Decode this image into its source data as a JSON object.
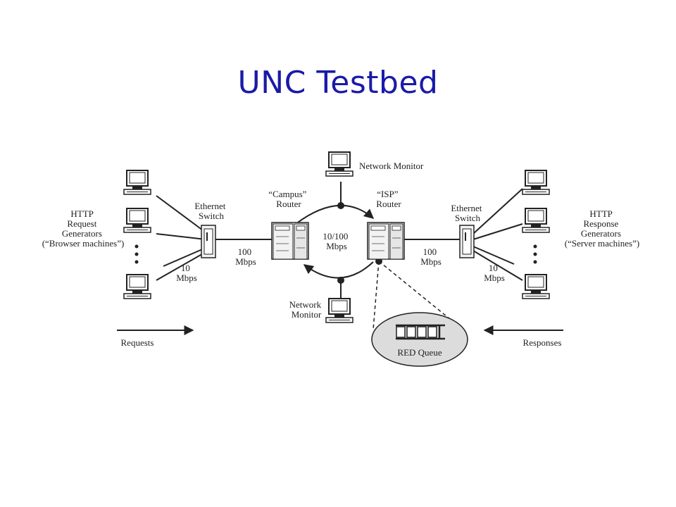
{
  "title": "UNC Testbed",
  "labels": {
    "network_monitor_top": "Network Monitor",
    "network_monitor_bottom": [
      "Network",
      "Monitor"
    ],
    "campus_router": [
      "“Campus”",
      "Router"
    ],
    "isp_router": [
      "“ISP”",
      "Router"
    ],
    "ring_speed": [
      "10/100",
      "Mbps"
    ],
    "left_switch": [
      "Ethernet",
      "Switch"
    ],
    "right_switch": [
      "Ethernet",
      "Switch"
    ],
    "left_link": [
      "100",
      "Mbps"
    ],
    "right_link": [
      "100",
      "Mbps"
    ],
    "left_host_link": [
      "10",
      "Mbps"
    ],
    "right_host_link": [
      "10",
      "Mbps"
    ],
    "request_generators": [
      "HTTP",
      "Request",
      "Generators",
      "(“Browser machines”)"
    ],
    "response_generators": [
      "HTTP",
      "Response",
      "Generators",
      "(“Server machines”)"
    ],
    "requests": "Requests",
    "responses": "Responses",
    "red_queue": "RED Queue"
  }
}
